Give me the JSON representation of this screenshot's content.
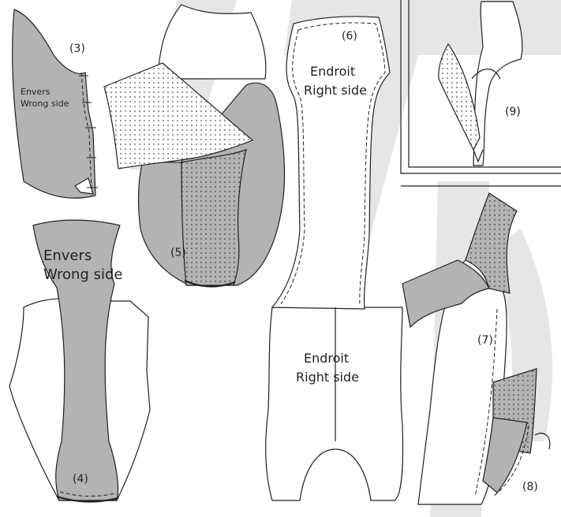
{
  "labels": {
    "step3": "(3)",
    "step4": "(4)",
    "step5": "(5)",
    "step6": "(6)",
    "step7": "(7)",
    "step8": "(8)",
    "step9": "(9)",
    "envers_fr": "Envers",
    "wrong_side_en": "Wrong side",
    "endroit_fr": "Endroit",
    "right_side_en": "Right side"
  },
  "colors": {
    "watermark": "#e6e6e6",
    "grey_fabric": "#b3b3b3",
    "ink": "#231f20"
  }
}
